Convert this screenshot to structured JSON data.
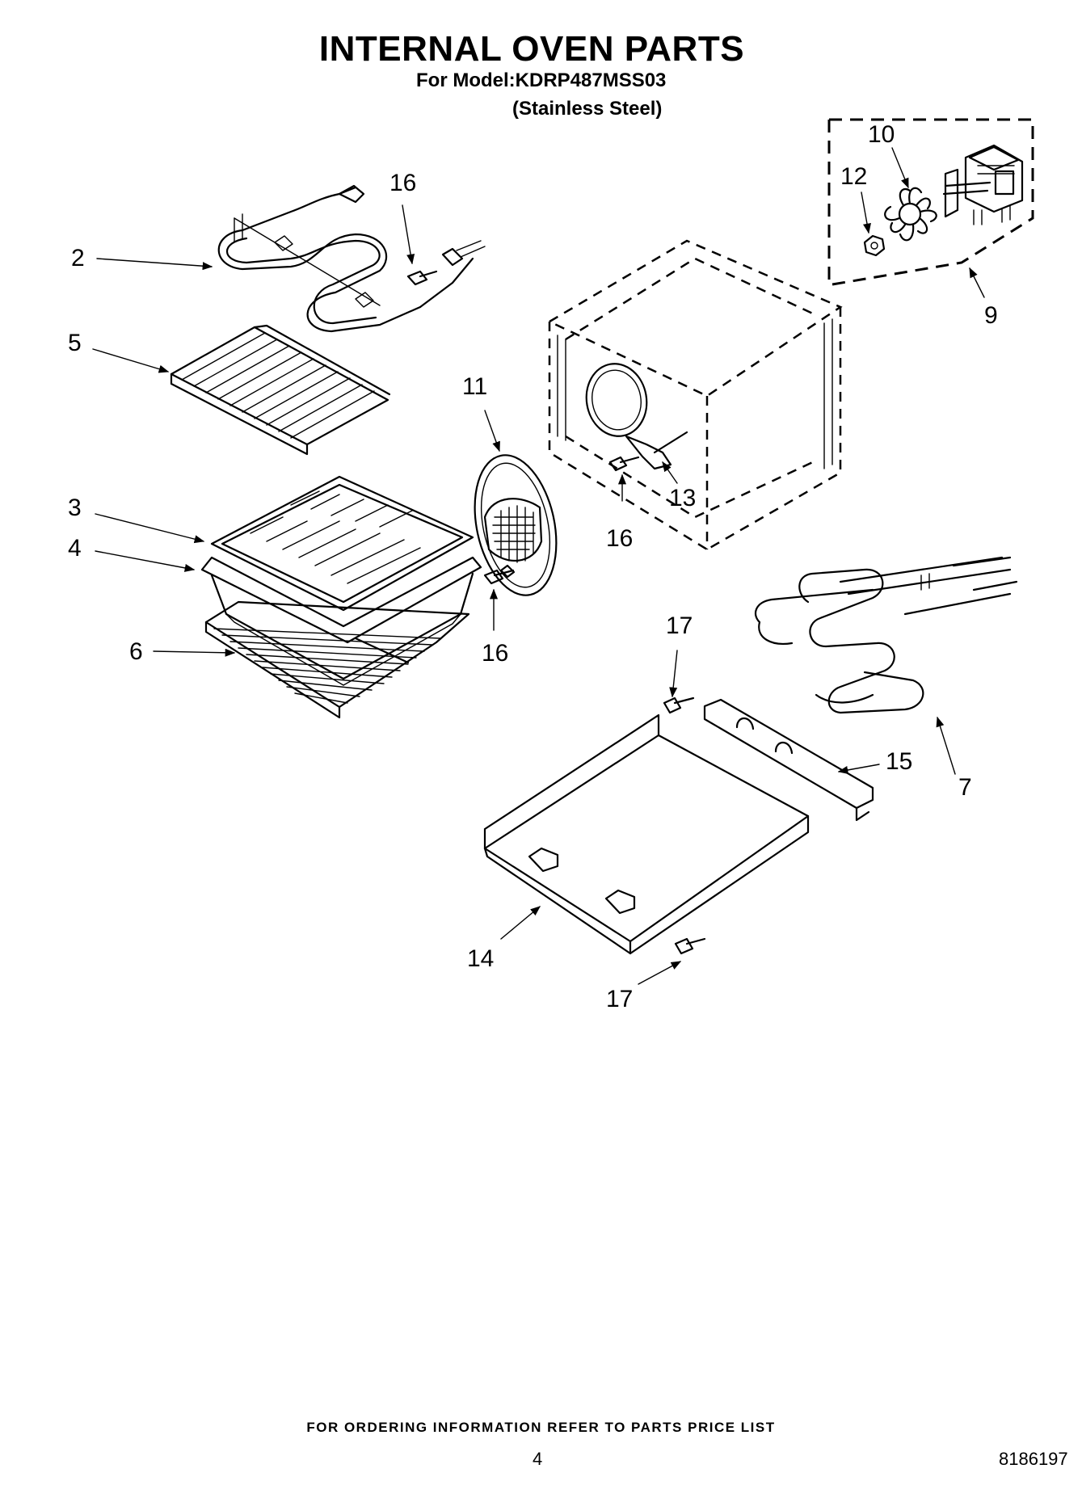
{
  "header": {
    "title": "INTERNAL OVEN PARTS",
    "model_line": "For Model:KDRP487MSS03",
    "finish_line": "(Stainless Steel)"
  },
  "callouts": {
    "c2": "2",
    "c3": "3",
    "c4": "4",
    "c5": "5",
    "c6": "6",
    "c7": "7",
    "c9": "9",
    "c10": "10",
    "c11": "11",
    "c12": "12",
    "c13": "13",
    "c14": "14",
    "c15": "15",
    "c16a": "16",
    "c16b": "16",
    "c16c": "16",
    "c17a": "17",
    "c17b": "17"
  },
  "footer": {
    "ordering_note": "FOR ORDERING INFORMATION REFER TO PARTS PRICE LIST",
    "page_number": "4",
    "document_number": "8186197"
  }
}
